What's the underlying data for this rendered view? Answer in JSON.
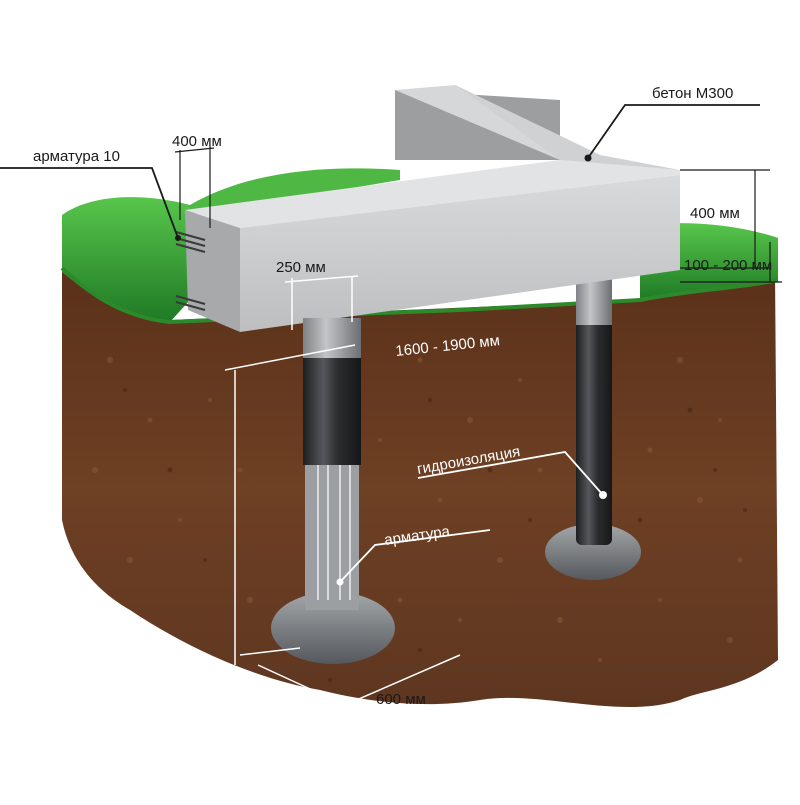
{
  "labels": {
    "concrete_grade": "бетон М300",
    "rebar_10": "арматура 10",
    "beam_width": "400 мм",
    "beam_height": "400 мм",
    "gap_height": "100 - 200 мм",
    "pile_diameter": "250 мм",
    "pile_depth": "1600 - 1900 мм",
    "waterproofing": "гидроизоляция",
    "rebar": "арматура",
    "base_diameter": "600 мм"
  },
  "colors": {
    "grass": "#3fa83a",
    "soil": "#6b3d22",
    "concrete": "#c9cbcc",
    "pile_coating": "#2f3032",
    "base": "#8a8d90"
  }
}
